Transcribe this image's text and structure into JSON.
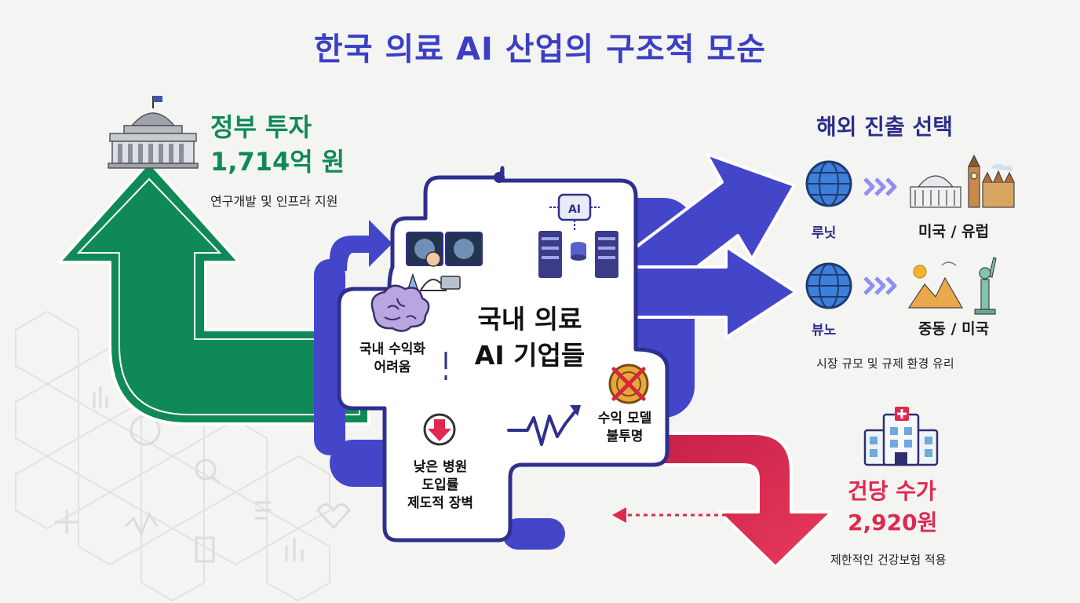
{
  "title": "한국 의료 AI 산업의 구조적 모순",
  "government": {
    "title": "정부 투자",
    "amount": "1,714억 원",
    "subtitle": "연구개발 및 인프라 지원"
  },
  "core": {
    "line1": "국내 의료",
    "line2": "AI 기업들"
  },
  "pain_points": {
    "monetization": [
      "국내 수익화",
      "어려움"
    ],
    "adoption": [
      "낮은 병원",
      "도입률",
      "제도적 장벽"
    ],
    "revenue_model": [
      "수익 모델",
      "불투명"
    ]
  },
  "overseas": {
    "title": "해외 진출 선택",
    "companies": [
      {
        "name": "루닛",
        "markets": "미국 / 유럽"
      },
      {
        "name": "뷰노",
        "markets": "중동 / 미국"
      }
    ],
    "note": "시장 규모 및 규제 환경 유리"
  },
  "reimbursement": {
    "title": "건당 수가",
    "amount": "2,920원",
    "subtitle": "제한적인 건강보험 적용"
  },
  "icons": {
    "capitol": "government-building-icon",
    "globe": "globe-icon",
    "hospital": "hospital-icon",
    "brain": "brain-icon",
    "ai_server": "ai-server-icon"
  },
  "colors": {
    "title": "#3b3fc4",
    "government": "#0f8a57",
    "flow": "#4446c9",
    "reimbursement": "#e0294f",
    "overseas_title": "#2c2e8a"
  }
}
